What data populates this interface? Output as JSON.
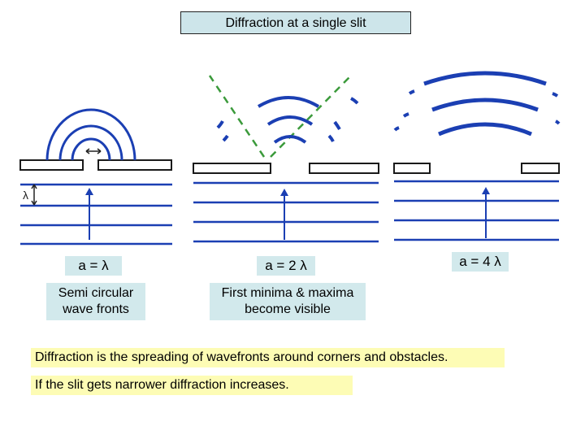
{
  "title": "Diffraction at a single slit",
  "panels": [
    {
      "ratio_label": "a = λ",
      "description_line1": "Semi circular",
      "description_line2": "wave fronts"
    },
    {
      "ratio_label": "a = 2 λ",
      "description_line1": "First minima & maxima",
      "description_line2": "become visible"
    },
    {
      "ratio_label": "a = 4 λ"
    }
  ],
  "notes": [
    "Diffraction is the spreading of wavefronts around corners and obstacles.",
    "If the slit gets narrower diffraction increases."
  ],
  "colors": {
    "wave": "#1b3fb3",
    "minima_lines": "#3b9a3b",
    "label_background": "#d2e9ec",
    "note_background": "#fdfcb5"
  }
}
